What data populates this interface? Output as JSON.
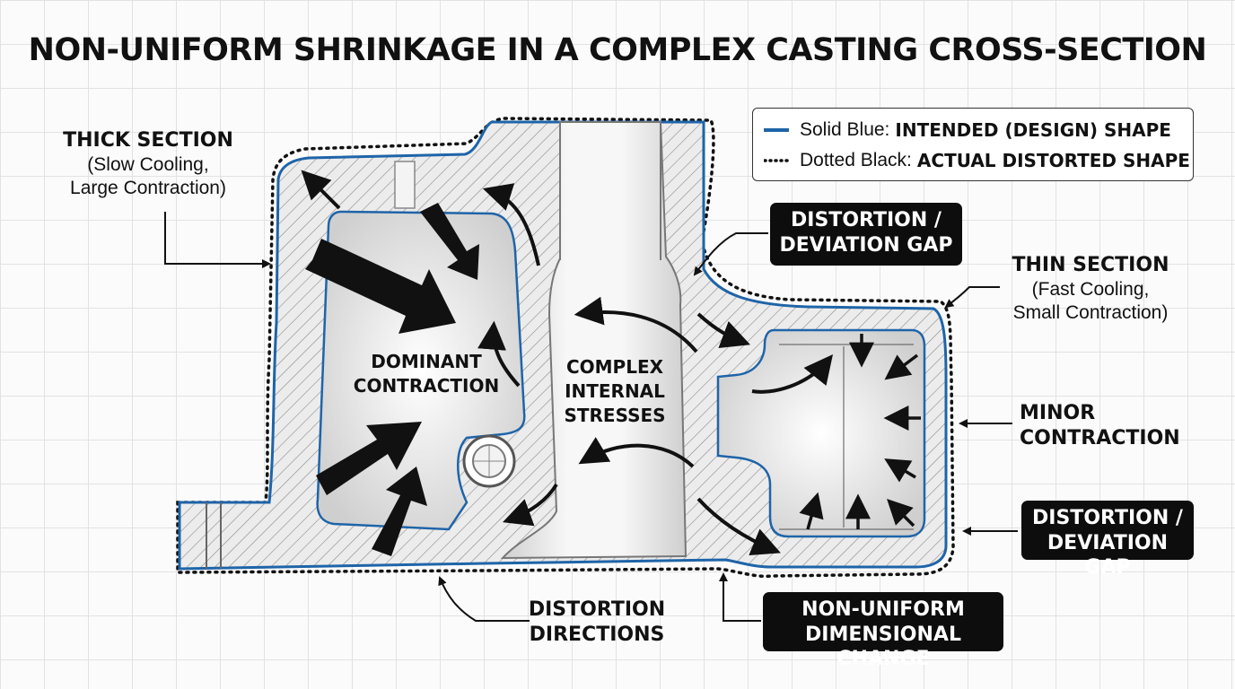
{
  "title": "NON-UNIFORM SHRINKAGE IN A COMPLEX CASTING CROSS-SECTION",
  "legend": {
    "solid": {
      "prefix": "Solid Blue:",
      "label": "INTENDED (DESIGN) SHAPE",
      "color": "#1f64a8"
    },
    "dotted": {
      "prefix": "Dotted Black:",
      "label": "ACTUAL DISTORTED SHAPE",
      "color": "#111111"
    }
  },
  "labels": {
    "thick": {
      "heading": "THICK SECTION",
      "line1": "(Slow Cooling,",
      "line2": "Large Contraction)"
    },
    "thin": {
      "heading": "THIN SECTION",
      "line1": "(Fast Cooling,",
      "line2": "Small Contraction)"
    },
    "minor": {
      "line1": "MINOR",
      "line2": "CONTRACTION"
    },
    "directions": {
      "line1": "DISTORTION",
      "line2": "DIRECTIONS"
    },
    "dominant": {
      "line1": "DOMINANT",
      "line2": "CONTRACTION"
    },
    "stresses": {
      "line1": "COMPLEX",
      "line2": "INTERNAL",
      "line3": "STRESSES"
    }
  },
  "callouts": {
    "gap_top": {
      "line1": "DISTORTION /",
      "line2": "DEVIATION GAP"
    },
    "gap_right": {
      "line1": "DISTORTION /",
      "line2": "DEVIATION GAP"
    },
    "dimensional": {
      "line1": "NON-UNIFORM",
      "line2": "DIMENSIONAL CHANGE"
    }
  },
  "colors": {
    "design": "#1f64a8",
    "actual": "#111111",
    "metal": "#e9e9e9",
    "cavity": "#f2f2f2"
  }
}
